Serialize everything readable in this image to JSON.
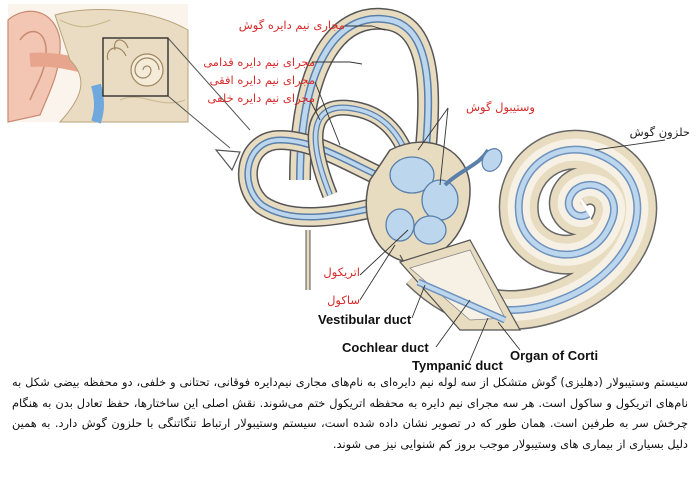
{
  "labels": {
    "semicircular_canals": "مجاری نیم دایره گوش",
    "anterior_canal": "مجرای نیم دایره قدامی",
    "lateral_canal": "مجرای نیم دایره افقی",
    "posterior_canal": "مجرای نیم دایره خلفی",
    "vestibule": "وستیبول گوش",
    "cochlea": "حلزون گوش",
    "utricle": "اتریکول",
    "saccule": "ساکول",
    "vestibular_duct": "Vestibular duct",
    "cochlear_duct": "Cochlear duct",
    "tympanic_duct": "Tympanic duct",
    "organ_of_corti": "Organ of Corti"
  },
  "caption": "سیستم وستیبولار (دهلیزی) گوش متشکل از سه لوله نیم دایره‌ای به نام‌های مجاری نیم‌دایره فوقانی، تحتانی و خلفی، دو محفظه بیضی شکل به نام‌های اتریکول و ساکول است. هر سه مجرای نیم دایره به محفظه اتریکول ختم می‌شوند. نقش اصلی این ساختارها، حفظ تعادل بدن به هنگام چرخش سر به طرفین است. همان طور که در تصویر نشان داده شده است، سیستم وستیبولار ارتباط تنگاتنگی با حلزون گوش دارد. به همین دلیل بسیاری از بیماری های وستیبولار موجب بروز کم شنوایی نیز می شوند.",
  "colors": {
    "label_red": "#d92b2b",
    "duct_blue": "#a9c8e6",
    "bone_tan": "#e8dcc0",
    "skin": "#f2c6b2"
  }
}
